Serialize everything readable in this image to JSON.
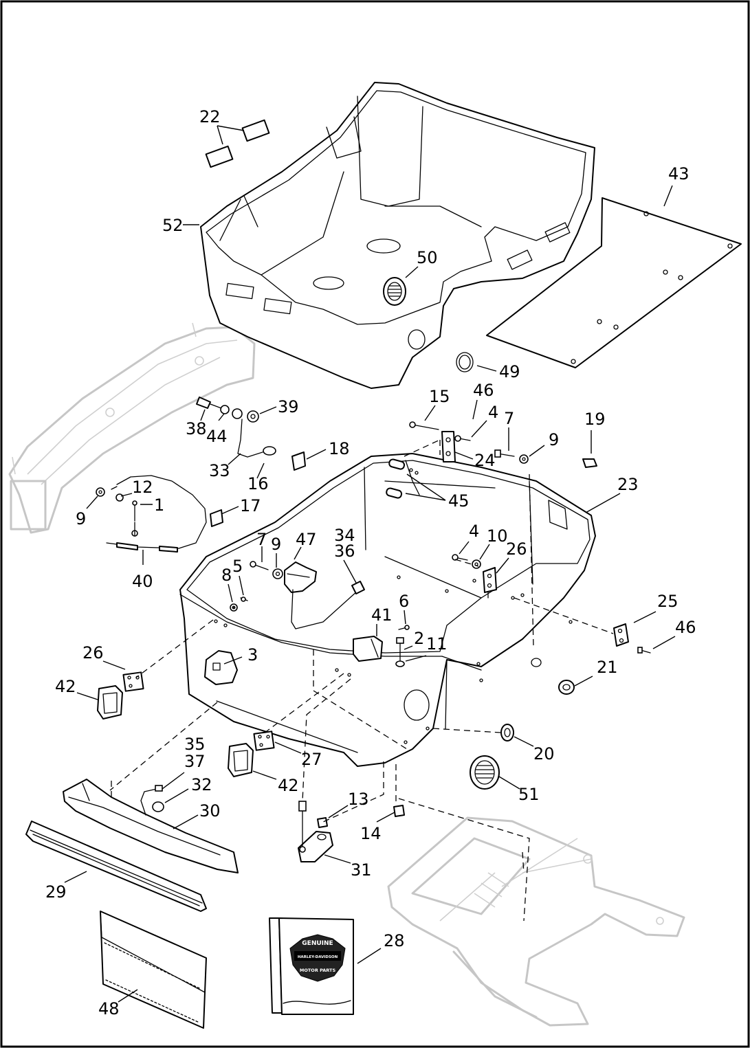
{
  "callouts": [
    {
      "id": "c22",
      "label": "22"
    },
    {
      "id": "c43",
      "label": "43"
    },
    {
      "id": "c52",
      "label": "52"
    },
    {
      "id": "c50",
      "label": "50"
    },
    {
      "id": "c49",
      "label": "49"
    },
    {
      "id": "c15",
      "label": "15"
    },
    {
      "id": "c46a",
      "label": "46"
    },
    {
      "id": "c4a",
      "label": "4"
    },
    {
      "id": "c7a",
      "label": "7"
    },
    {
      "id": "c9a",
      "label": "9"
    },
    {
      "id": "c19",
      "label": "19"
    },
    {
      "id": "c39",
      "label": "39"
    },
    {
      "id": "c38",
      "label": "38"
    },
    {
      "id": "c44",
      "label": "44"
    },
    {
      "id": "c18",
      "label": "18"
    },
    {
      "id": "c24",
      "label": "24"
    },
    {
      "id": "c33",
      "label": "33"
    },
    {
      "id": "c16",
      "label": "16"
    },
    {
      "id": "c23",
      "label": "23"
    },
    {
      "id": "c45",
      "label": "45"
    },
    {
      "id": "c12",
      "label": "12"
    },
    {
      "id": "c1",
      "label": "1"
    },
    {
      "id": "c9b",
      "label": "9"
    },
    {
      "id": "c17",
      "label": "17"
    },
    {
      "id": "c4b",
      "label": "4"
    },
    {
      "id": "c10",
      "label": "10"
    },
    {
      "id": "c26a",
      "label": "26"
    },
    {
      "id": "c7b",
      "label": "7"
    },
    {
      "id": "c9c",
      "label": "9"
    },
    {
      "id": "c47",
      "label": "47"
    },
    {
      "id": "c34",
      "label": "34"
    },
    {
      "id": "c36",
      "label": "36"
    },
    {
      "id": "c40",
      "label": "40"
    },
    {
      "id": "c8",
      "label": "8"
    },
    {
      "id": "c5",
      "label": "5"
    },
    {
      "id": "c6",
      "label": "6"
    },
    {
      "id": "c41",
      "label": "41"
    },
    {
      "id": "c25",
      "label": "25"
    },
    {
      "id": "c46b",
      "label": "46"
    },
    {
      "id": "c2",
      "label": "2"
    },
    {
      "id": "c11",
      "label": "11"
    },
    {
      "id": "c26b",
      "label": "26"
    },
    {
      "id": "c3",
      "label": "3"
    },
    {
      "id": "c21",
      "label": "21"
    },
    {
      "id": "c42a",
      "label": "42"
    },
    {
      "id": "c35",
      "label": "35"
    },
    {
      "id": "c37",
      "label": "37"
    },
    {
      "id": "c20",
      "label": "20"
    },
    {
      "id": "c27",
      "label": "27"
    },
    {
      "id": "c32",
      "label": "32"
    },
    {
      "id": "c42b",
      "label": "42"
    },
    {
      "id": "c30",
      "label": "30"
    },
    {
      "id": "c51",
      "label": "51"
    },
    {
      "id": "c13",
      "label": "13"
    },
    {
      "id": "c14",
      "label": "14"
    },
    {
      "id": "c31",
      "label": "31"
    },
    {
      "id": "c29",
      "label": "29"
    },
    {
      "id": "c28",
      "label": "28"
    },
    {
      "id": "c48",
      "label": "48"
    }
  ],
  "logo": {
    "top": "GENUINE",
    "brand": "HARLEY-DAVIDSON",
    "bottom": "MOTOR PARTS"
  },
  "colors": {
    "ink": "#000000",
    "ghost": "#c6c6c6",
    "background": "#ffffff"
  }
}
